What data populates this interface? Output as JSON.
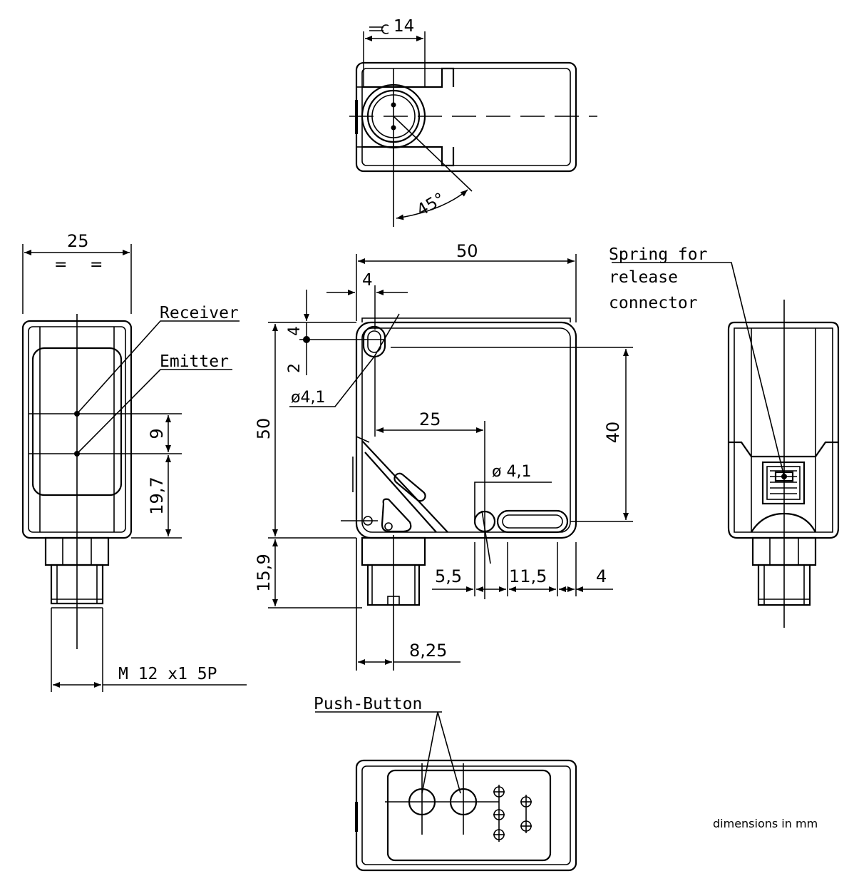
{
  "dimensions": {
    "top_width": "14",
    "angle": "45°",
    "side_width": "25",
    "equal_mark_left": "=",
    "equal_mark_right": "=",
    "body_width": "50",
    "body_height": "50",
    "hole_offset_x": "4",
    "hole_offset_y": "4",
    "hole_dim_2": "2",
    "hole_diameter_top": "ø4,1",
    "hole_spacing": "25",
    "hole_diameter_bottom": "ø 4,1",
    "height_40": "40",
    "connector_length": "15,9",
    "offset_5_5": "5,5",
    "offset_11_5": "11,5",
    "offset_4_right": "4",
    "connector_offset": "8,25",
    "optics_spacing": "9",
    "optics_height": "19,7"
  },
  "labels": {
    "receiver": "Receiver",
    "emitter": "Emitter",
    "thread": "M 12  x1  5P",
    "spring_line1": "Spring for",
    "spring_line2": "release",
    "spring_line3": "connector",
    "push_button": "Push-Button",
    "units_note": "dimensions in mm"
  }
}
